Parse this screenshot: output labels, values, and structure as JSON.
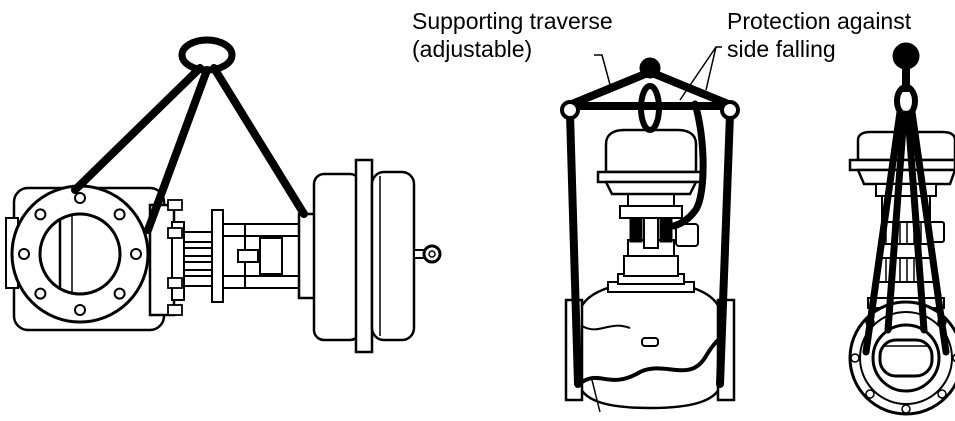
{
  "labels": {
    "supporting_traverse_line1": "Supporting traverse",
    "supporting_traverse_line2": "(adjustable)",
    "protection_line1": "Protection against",
    "protection_line2": "side falling"
  },
  "colors": {
    "line": "#000000",
    "fill": "#ffffff",
    "gray": "#d8d8d8"
  }
}
